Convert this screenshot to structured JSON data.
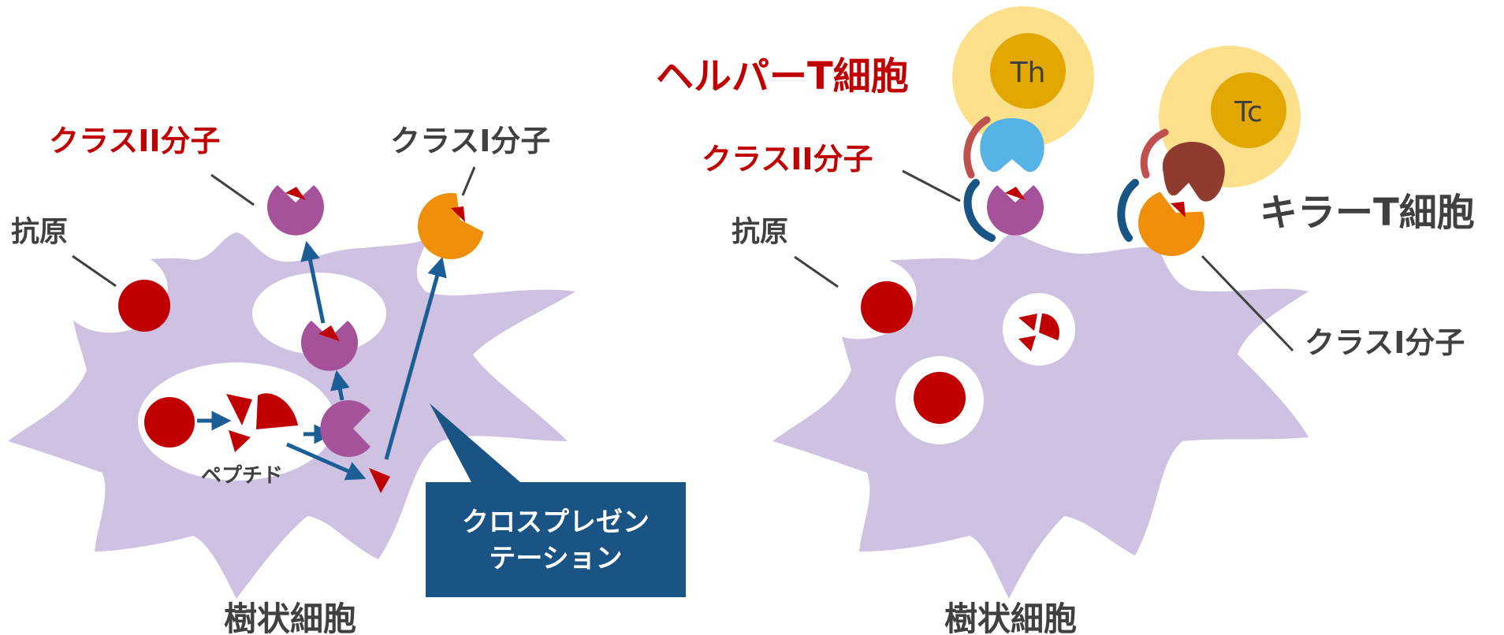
{
  "left_panel": {
    "class2_label": "クラスII分子",
    "class1_label": "クラスI分子",
    "antigen_label": "抗原",
    "peptide_label": "ペプチド",
    "cross_presentation_line1": "クロスプレゼン",
    "cross_presentation_line2": "テーション",
    "cell_label": "樹状細胞"
  },
  "right_panel": {
    "helper_t_label": "ヘルパーT細胞",
    "helper_t_abbrev": "Th",
    "killer_t_label": "キラーT細胞",
    "killer_t_abbrev": "Tc",
    "class2_label": "クラスII分子",
    "class1_label": "クラスI分子",
    "antigen_label": "抗原",
    "cell_label": "樹状細胞"
  },
  "colors": {
    "cell": "#cfc1e1",
    "antigen": "#c00000",
    "class2": "#a5529b",
    "class1": "#f0900a",
    "helper_t_outer": "#fde08b",
    "t_core": "#e2a700",
    "helper_tcr": "#55b3e6",
    "killer_tcr": "#8f3b2d",
    "arrow": "#1b5e96",
    "callout": "#1a5485",
    "red_text": "#c00000",
    "gray_text": "#404040"
  }
}
